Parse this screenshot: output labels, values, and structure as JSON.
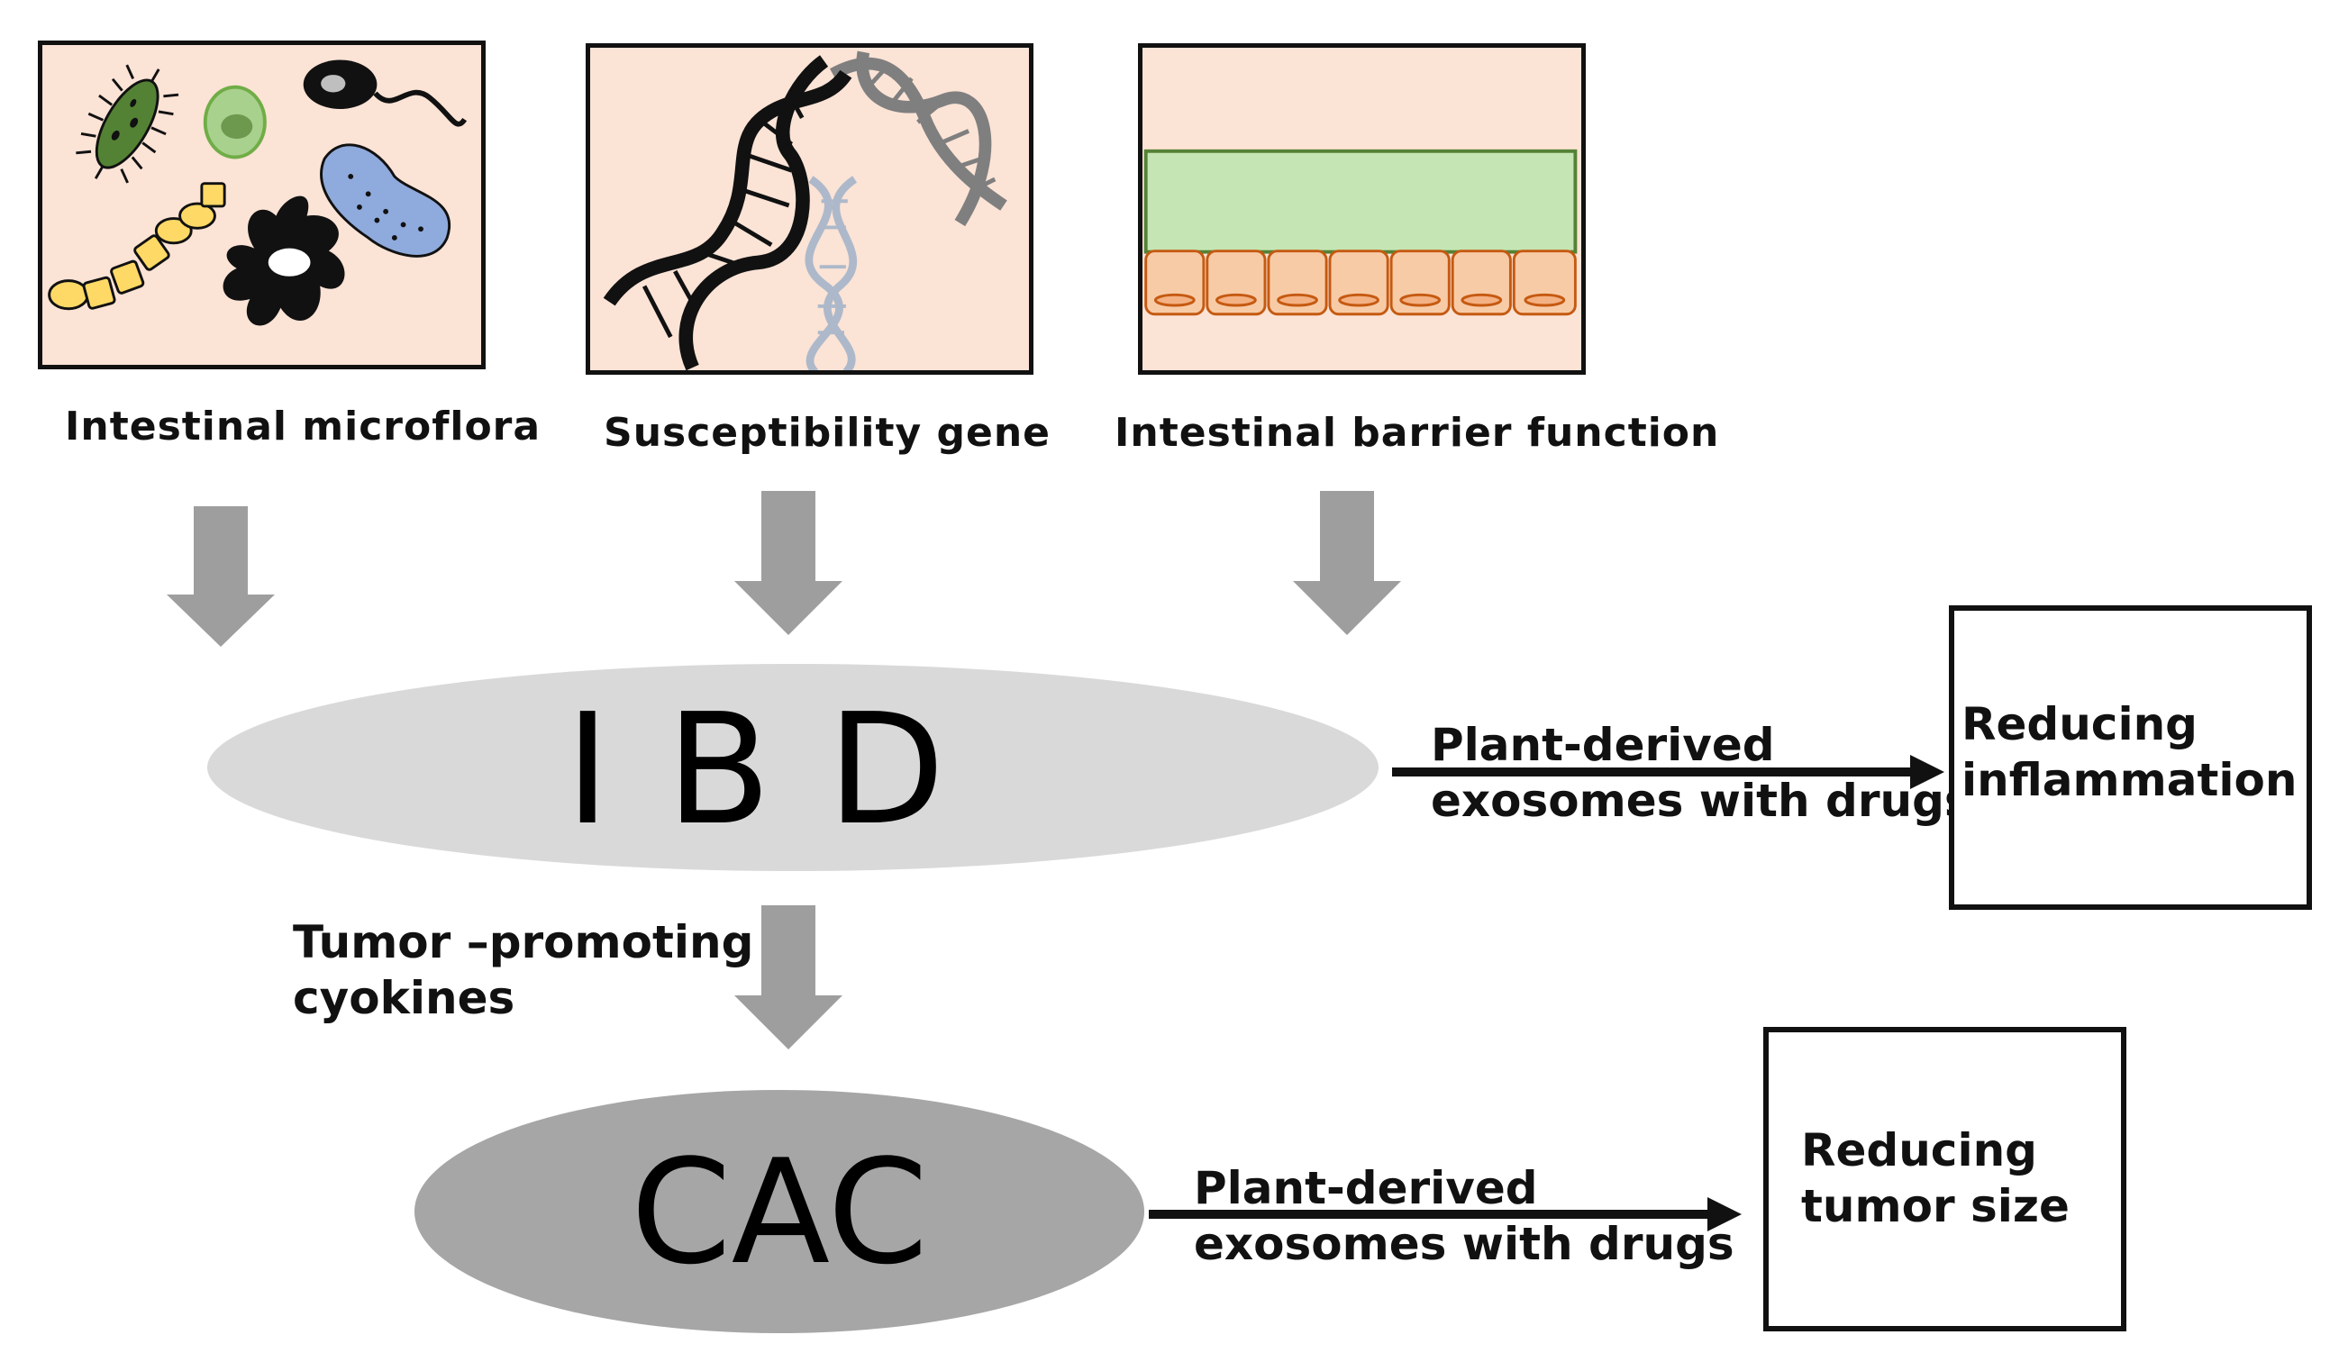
{
  "factors": [
    {
      "id": "microflora",
      "label": "Intestinal microflora"
    },
    {
      "id": "gene",
      "label": "Susceptibility gene"
    },
    {
      "id": "barrier",
      "label": "Intestinal barrier function"
    }
  ],
  "ibd": {
    "label": "I B D",
    "fill": "#d9d9d9"
  },
  "cac": {
    "label": "CAC",
    "fill": "#a6a6a6"
  },
  "mid_arrow": {
    "label_line1": "Tumor –promoting",
    "label_line2": "cyokines"
  },
  "ibd_treatment": {
    "label_line1": "Plant-derived",
    "label_line2": "exosomes with drugs"
  },
  "cac_treatment": {
    "label_line1": "Plant-derived",
    "label_line2": "exosomes with drugs"
  },
  "outcome_ibd": {
    "line1": "Reducing",
    "line2": "inflammation"
  },
  "outcome_cac": {
    "line1": "Reducing",
    "line2": "tumor size"
  },
  "colors": {
    "panel_fill": "#fbe3d6",
    "arrow_gray": "#9e9e9e",
    "mucus_green": "#c6e5b4",
    "cell_peach": "#f8cba7",
    "bacteria_blue": "#8faadc",
    "bacteria_green": "#70ad47",
    "chain_yellow": "#ffd966",
    "dna_gray": "#7f7f7f",
    "dna_light": "#adb9ca"
  }
}
